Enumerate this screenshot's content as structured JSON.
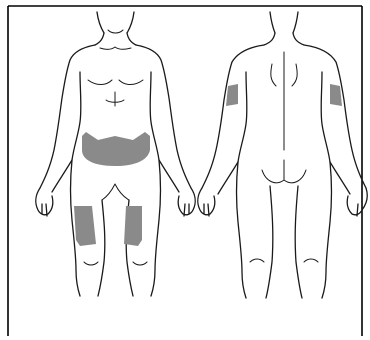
{
  "colors": {
    "background": "#ffffff",
    "border": "#000000",
    "outline": "#1a1a1a",
    "injection_site": "#8a8a8a"
  },
  "figures": [
    {
      "view": "front",
      "highlighted_sites": [
        "abdomen",
        "left-thigh",
        "right-thigh"
      ]
    },
    {
      "view": "back",
      "highlighted_sites": [
        "left-upper-arm",
        "right-upper-arm"
      ]
    }
  ]
}
